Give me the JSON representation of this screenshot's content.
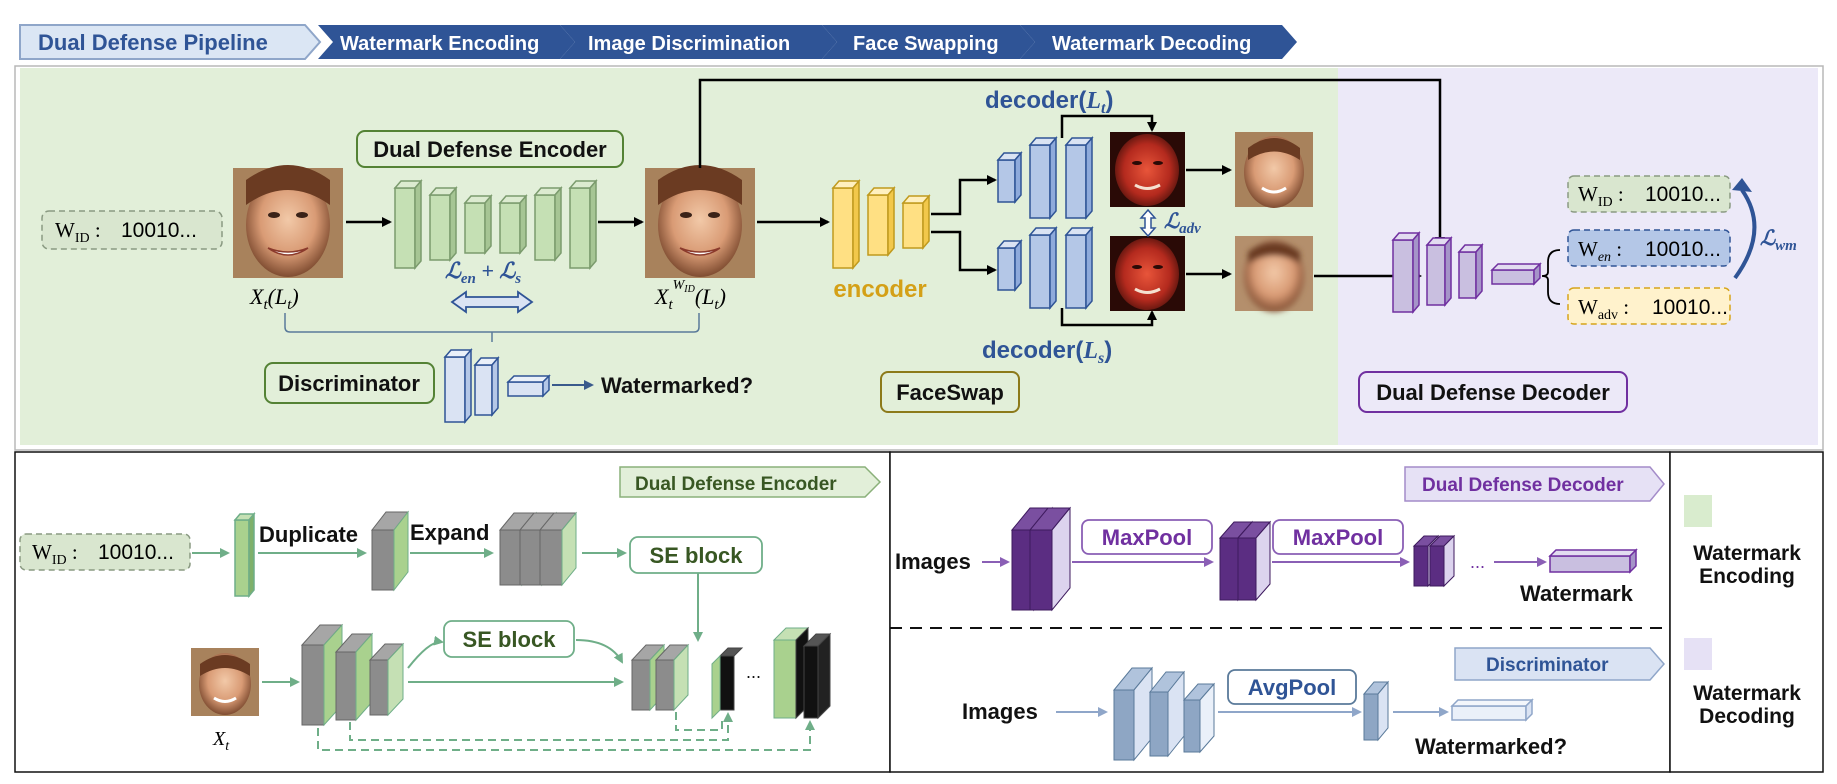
{
  "pipeline": {
    "title": "Dual Defense Pipeline",
    "steps": [
      "Watermark Encoding",
      "Image Discrimination",
      "Face Swapping",
      "Watermark Decoding"
    ]
  },
  "top": {
    "wid_input": "10010...",
    "encoder_label": "Dual Defense Encoder",
    "xt_label": "X",
    "xt_sub": "t",
    "xt_arg": "(L",
    "loss_en_s": "ℒen + ℒs",
    "discriminator_label": "Discriminator",
    "watermarked_q": "Watermarked?",
    "faceswap_encoder": "encoder",
    "faceswap_label": "FaceSwap",
    "decoder_lt": "decoder(",
    "decoder_ls": "decoder(",
    "loss_adv": "ℒadv",
    "loss_wm": "ℒwm",
    "decoder_label": "Dual Defense Decoder",
    "w_id_out": "10010...",
    "w_en_out": "10010...",
    "w_adv_out": "10010..."
  },
  "bottom_left": {
    "tag": "Dual Defense Encoder",
    "wid_input": "10010...",
    "duplicate": "Duplicate",
    "expand": "Expand",
    "se_block_1": "SE block",
    "se_block_2": "SE block",
    "xt_label": "X",
    "ellipsis": "..."
  },
  "bottom_mid_top": {
    "tag": "Dual Defense Decoder",
    "images": "Images",
    "maxpool_1": "MaxPool",
    "maxpool_2": "MaxPool",
    "ellipsis": "...",
    "watermark": "Watermark"
  },
  "bottom_mid_bottom": {
    "tag": "Discriminator",
    "images": "Images",
    "avgpool": "AvgPool",
    "watermarked_q": "Watermarked?"
  },
  "legend": {
    "items": [
      {
        "label_line1": "Watermark",
        "label_line2": "Encoding",
        "color": "#d9ecce"
      },
      {
        "label_line1": "Watermark",
        "label_line2": "Decoding",
        "color": "#e6e1f5"
      }
    ]
  },
  "colors": {
    "pipeline_blue": "#2f5496",
    "encoding_bg": "#e2efd9",
    "decoding_bg": "#ece9f8",
    "green_block": "#c5e0b4",
    "yellow_block": "#ffe083",
    "blue_block": "#b4c7e7",
    "purple_block": "#c9bfe0",
    "dark_purple": "#5b2d82"
  }
}
